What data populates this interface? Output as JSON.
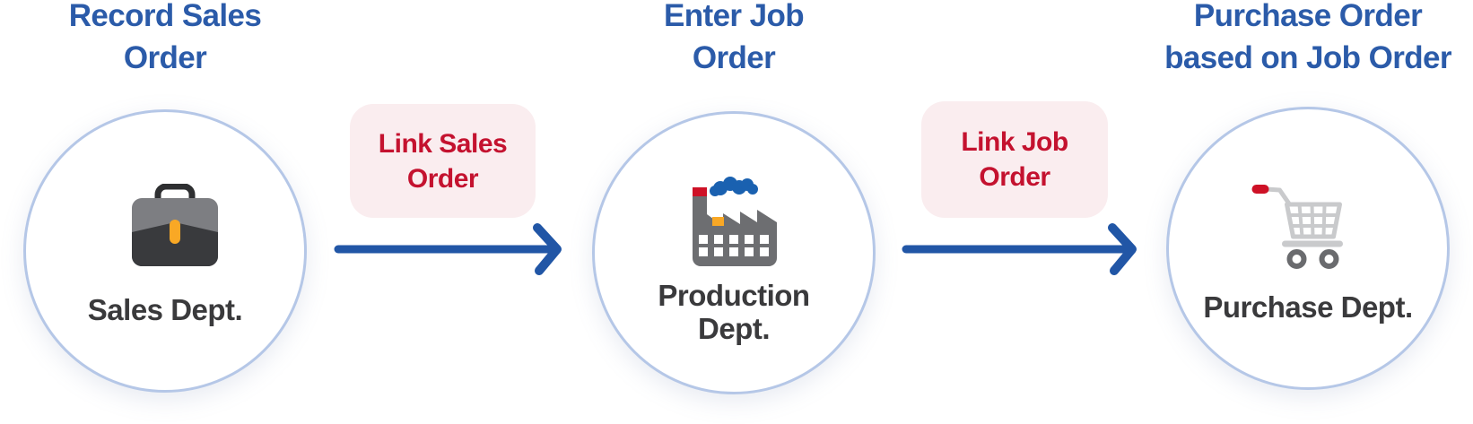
{
  "colors": {
    "title_blue": "#2B5BA9",
    "link_red": "#C4122F",
    "badge_pink": "#FAEDEF",
    "circle_border_blue": "#B5C7E7",
    "arrow_blue": "#2156A6",
    "dept_text_dark": "#3A3A3C"
  },
  "stages": [
    {
      "title_lines": [
        "Record Sales",
        "Order"
      ],
      "dept_lines": [
        "Sales Dept.",
        ""
      ],
      "icon": "briefcase-icon"
    },
    {
      "title_lines": [
        "Enter Job",
        "Order"
      ],
      "dept_lines": [
        "Production",
        "Dept."
      ],
      "icon": "factory-icon"
    },
    {
      "title_lines": [
        "Purchase Order",
        "based on Job Order"
      ],
      "dept_lines": [
        "Purchase Dept.",
        ""
      ],
      "icon": "cart-icon"
    }
  ],
  "connectors": [
    {
      "label_lines": [
        "Link Sales",
        "Order"
      ],
      "arrow_direction": "right"
    },
    {
      "label_lines": [
        "Link Job",
        "Order"
      ],
      "arrow_direction": "right"
    }
  ]
}
